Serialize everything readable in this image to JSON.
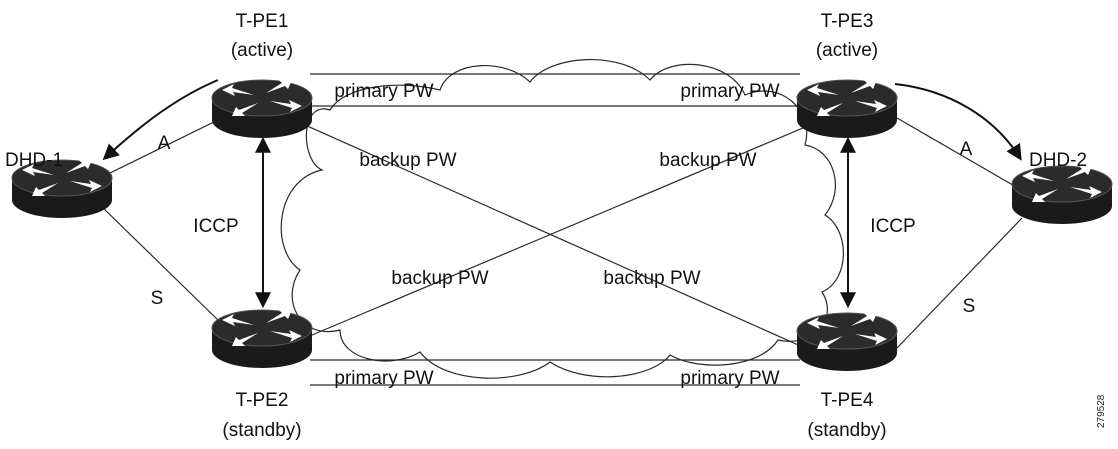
{
  "diagram": {
    "devices": {
      "tpe1": {
        "name": "T-PE1",
        "state": "(active)"
      },
      "tpe2": {
        "name": "T-PE2",
        "state": "(standby)"
      },
      "tpe3": {
        "name": "T-PE3",
        "state": "(active)"
      },
      "tpe4": {
        "name": "T-PE4",
        "state": "(standby)"
      },
      "dhd1": {
        "name": "DHD-1"
      },
      "dhd2": {
        "name": "DHD-2"
      }
    },
    "links": {
      "active_left": "A",
      "standby_left": "S",
      "active_right": "A",
      "standby_right": "S",
      "iccp_left": "ICCP",
      "iccp_right": "ICCP"
    },
    "pseudowires": {
      "primary_top_left": "primary PW",
      "primary_top_right": "primary PW",
      "primary_bottom_left": "primary PW",
      "primary_bottom_right": "primary PW",
      "backup_top_left": "backup PW",
      "backup_top_right": "backup PW",
      "backup_mid_left": "backup PW",
      "backup_mid_right": "backup PW"
    },
    "figure_id": "279528"
  }
}
